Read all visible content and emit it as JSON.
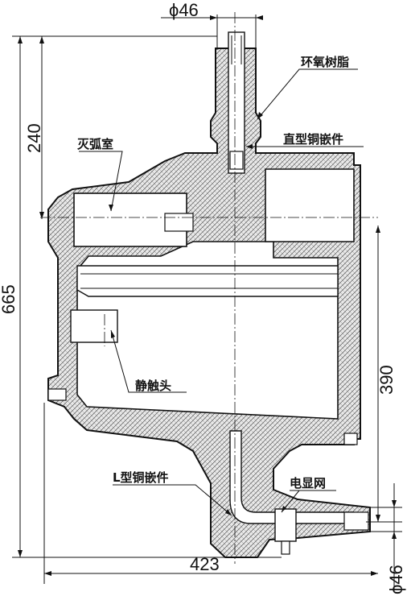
{
  "dimensions": {
    "top_diameter": "ϕ46",
    "bottom_diameter": "ϕ46",
    "overall_height": "665",
    "upper_height": "240",
    "lower_height": "390",
    "overall_width": "423"
  },
  "labels": {
    "epoxy_resin": "环氧树脂",
    "straight_copper_insert": "直型铜嵌件",
    "arc_chamber": "灭弧室",
    "static_contact": "静触头",
    "l_copper_insert": "L型铜嵌件",
    "electric_display_net": "电显网"
  }
}
